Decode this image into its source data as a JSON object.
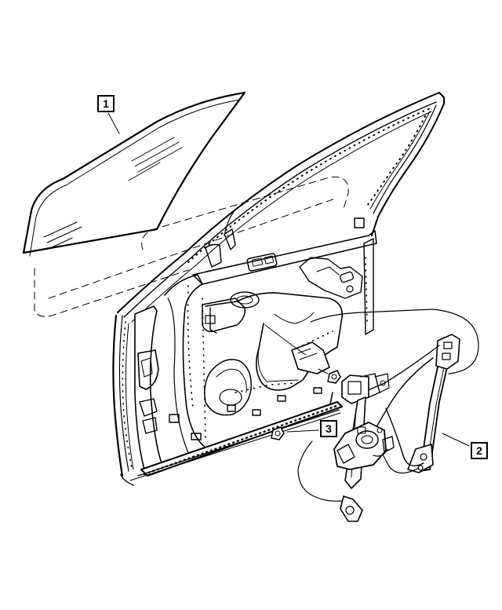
{
  "callouts": {
    "glass": "1",
    "regulator": "2",
    "fastener": "3"
  },
  "line_color": "#000000",
  "background_color": "#ffffff"
}
